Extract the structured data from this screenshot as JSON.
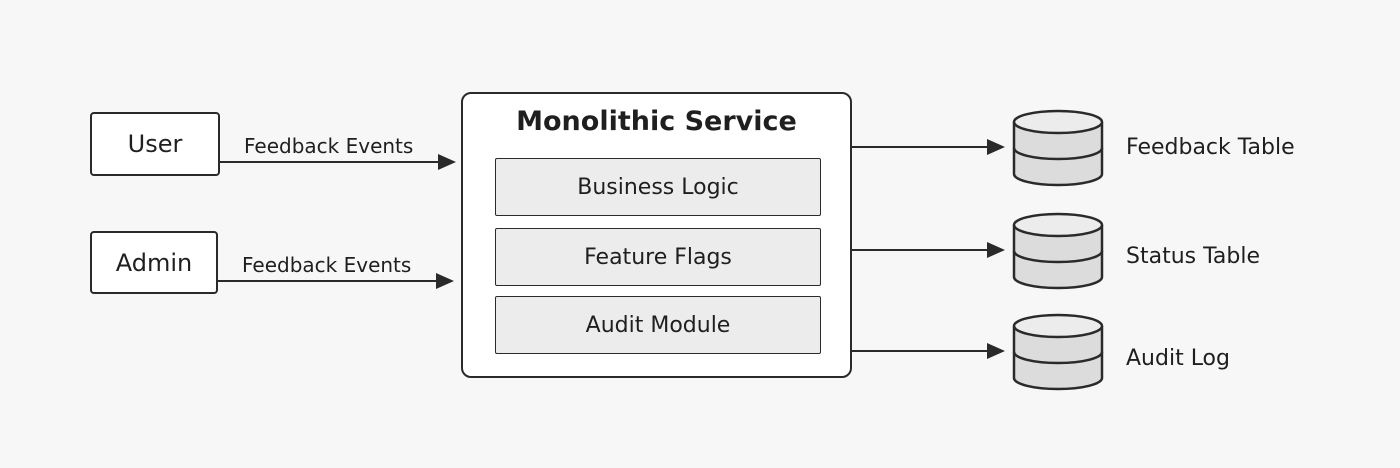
{
  "colors": {
    "background": "#f7f7f7",
    "stroke": "#2a2a2a",
    "box_fill": "#ffffff",
    "module_fill": "#ececec",
    "database_fill": "#dcdcdc"
  },
  "actors": [
    {
      "label": "User",
      "edge_label": "Feedback Events"
    },
    {
      "label": "Admin",
      "edge_label": "Feedback Events"
    }
  ],
  "service": {
    "title": "Monolithic Service",
    "modules": [
      "Business Logic",
      "Feature Flags",
      "Audit Module"
    ]
  },
  "stores": [
    {
      "label": "Feedback Table",
      "icon": "database-icon"
    },
    {
      "label": "Status Table",
      "icon": "database-icon"
    },
    {
      "label": "Audit Log",
      "icon": "database-icon"
    }
  ]
}
